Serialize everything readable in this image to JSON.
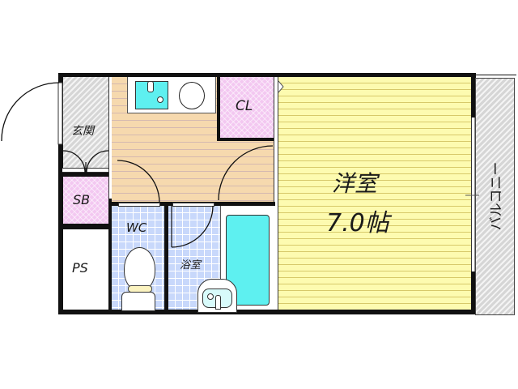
{
  "floorplan": {
    "rooms": {
      "genkan": {
        "label": "玄関"
      },
      "closet": {
        "label": "CL"
      },
      "shoe_box": {
        "label": "SB"
      },
      "pipe_space": {
        "label": "PS"
      },
      "toilet": {
        "label": "WC"
      },
      "bathroom": {
        "label": "浴室"
      },
      "western_room": {
        "label": "洋室",
        "size": "7.0帖"
      },
      "balcony": {
        "label": "バルコニー"
      }
    },
    "colors": {
      "western_room_floor": "#fdfbb0",
      "kitchen_floor": "#f6d9ae",
      "storage": "#f3c8f1",
      "wet_area_tile": "#c8d8fb",
      "fixture_cyan": "#5ef0f0",
      "hatch_gray": "#d9d9d9",
      "wall": "#111111"
    }
  }
}
